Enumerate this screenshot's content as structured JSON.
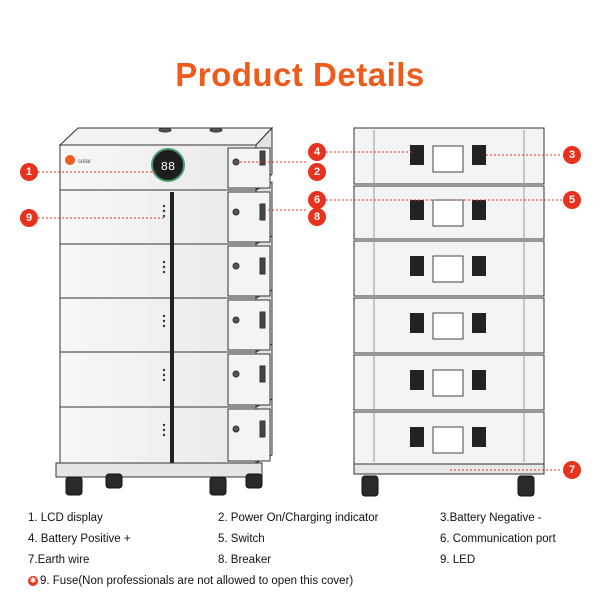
{
  "heading": "Product Details",
  "brand_text": "solar",
  "display_value": "88",
  "accent_color": "#f05a1a",
  "marker_color": "#e8321e",
  "markers": [
    "1",
    "2",
    "3",
    "4",
    "5",
    "6",
    "7",
    "8",
    "9"
  ],
  "legend": {
    "rows": [
      [
        "1. LCD display",
        "2. Power On/Charging indicator",
        "3.Battery  Negative  -"
      ],
      [
        "4. Battery Positive +",
        "5. Switch",
        "6. Communication port"
      ],
      [
        "7.Earth wire",
        "8. Breaker",
        "9. LED"
      ]
    ],
    "fuse_marker": "✱",
    "fuse_note": "9. Fuse(Non professionals are not allowed to open this cover)"
  }
}
